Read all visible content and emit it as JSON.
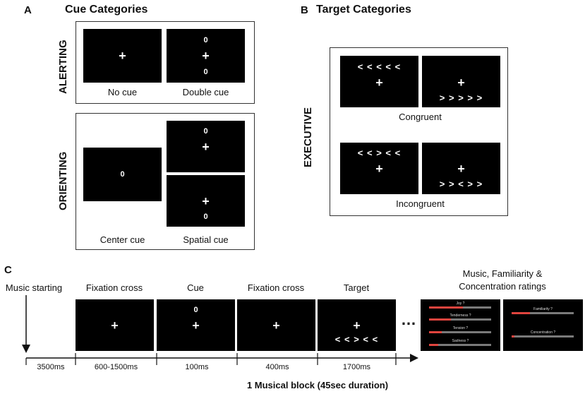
{
  "panel_a": {
    "letter": "A",
    "title": "Cue Categories",
    "alerting": {
      "label": "ALERTING",
      "no_cue": {
        "plus": "+",
        "caption": "No cue"
      },
      "double_cue": {
        "top": "0",
        "plus": "+",
        "bottom": "0",
        "caption": "Double cue"
      }
    },
    "orienting": {
      "label": "ORIENTING",
      "center_cue": {
        "zero": "0",
        "caption": "Center cue"
      },
      "spatial_cue_top": {
        "zero": "0",
        "plus": "+"
      },
      "spatial_cue_bottom": {
        "plus": "+",
        "zero": "0"
      },
      "spatial_caption": "Spatial cue"
    }
  },
  "panel_b": {
    "letter": "B",
    "title": "Target Categories",
    "label": "EXECUTIVE",
    "congruent": {
      "left": {
        "arrows": "< < < < <",
        "plus": "+"
      },
      "right": {
        "plus": "+",
        "arrows": "> > > > >"
      },
      "caption": "Congruent"
    },
    "incongruent": {
      "left": {
        "arrows": "< < > < <",
        "plus": "+"
      },
      "right": {
        "plus": "+",
        "arrows": "> > < > >"
      },
      "caption": "Incongruent"
    }
  },
  "panel_c": {
    "letter": "C",
    "music_starting": "Music starting",
    "stages": [
      {
        "label": "Fixation cross",
        "plus": "+",
        "duration": "600-1500ms"
      },
      {
        "label": "Cue",
        "zero": "0",
        "plus": "+",
        "duration": "100ms"
      },
      {
        "label": "Fixation cross",
        "plus": "+",
        "duration": "400ms"
      },
      {
        "label": "Target",
        "plus": "+",
        "arrows": "< < > < <",
        "duration": "1700ms"
      }
    ],
    "first_duration": "3500ms",
    "ellipsis": "…",
    "ratings_title_line1": "Music, Familiarity &",
    "ratings_title_line2": "Concentration ratings",
    "rating_screen_1": [
      "Joy ?",
      "Tenderness ?",
      "Tension ?",
      "Sadness ?"
    ],
    "rating_screen_2": [
      "Familiarity ?",
      "Concentration ?"
    ],
    "rating_fill": [
      0.55,
      0.35,
      0.2,
      0.15
    ],
    "rating_fill_2": [
      0.3,
      0.05
    ],
    "block_caption": "1 Musical block (45sec duration)"
  }
}
